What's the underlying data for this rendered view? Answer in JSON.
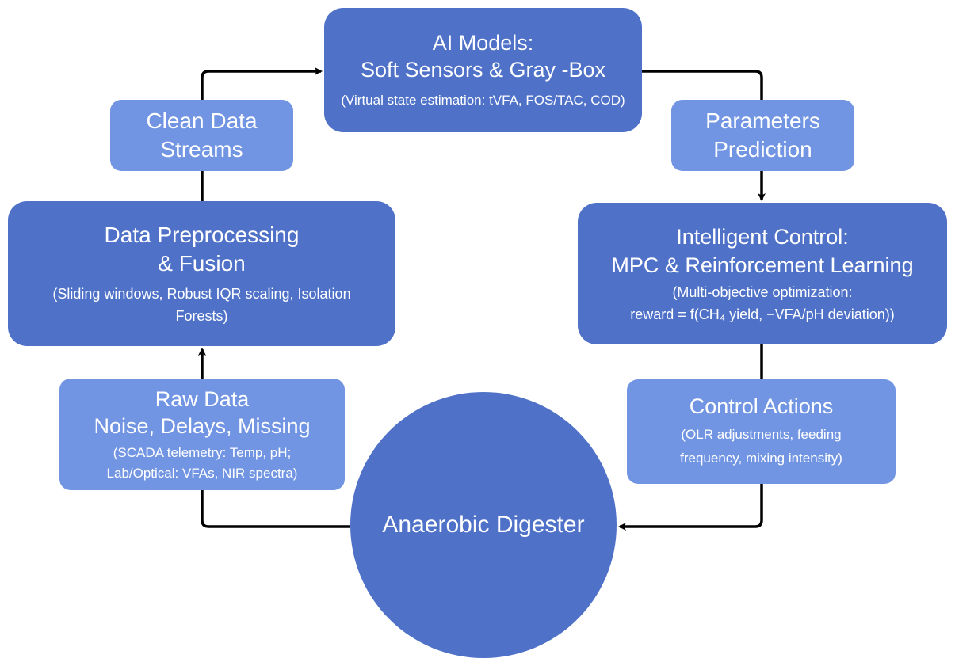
{
  "colors": {
    "dark_box": "#4f72c8",
    "light_box": "#7195e2",
    "text": "#ffffff",
    "connector": "#000000"
  },
  "ai_models": {
    "title_lines": [
      "AI Models:",
      "Soft Sensors & Gray -Box"
    ],
    "sub_lines": [
      "(Virtual state estimation: tVFA, FOS/TAC, COD)"
    ]
  },
  "clean_data": {
    "title_lines": [
      "Clean Data",
      "Streams"
    ]
  },
  "parameters": {
    "title_lines": [
      "Parameters",
      "Prediction"
    ]
  },
  "preprocessing": {
    "title_lines": [
      "Data Preprocessing",
      "& Fusion"
    ],
    "sub_lines": [
      "(Sliding windows, Robust IQR scaling, Isolation",
      "Forests)"
    ]
  },
  "control": {
    "title_lines": [
      "Intelligent Control:",
      "MPC & Reinforcement Learning"
    ],
    "sub_lines": [
      "(Multi-objective optimization:",
      "reward = f(CH₄ yield, −VFA/pH deviation))"
    ]
  },
  "raw_data": {
    "title_lines": [
      "Raw Data",
      "Noise, Delays, Missing"
    ],
    "sub_lines": [
      "(SCADA telemetry: Temp, pH;",
      "Lab/Optical: VFAs, NIR spectra)"
    ]
  },
  "actions": {
    "title_lines": [
      "Control Actions"
    ],
    "sub_lines": [
      "(OLR adjustments, feeding",
      "frequency, mixing intensity)"
    ]
  },
  "digester": {
    "label": "Anaerobic Digester"
  }
}
